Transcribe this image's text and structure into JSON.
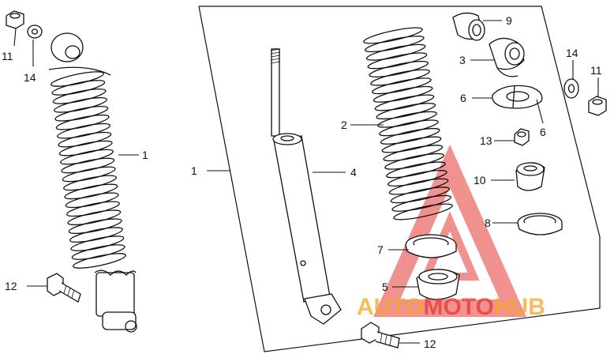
{
  "callouts": {
    "c1_left": "1",
    "c11_left": "11",
    "c14_left": "14",
    "c12_left": "12",
    "c1_frame": "1",
    "c4": "4",
    "c2": "2",
    "c7": "7",
    "c5": "5",
    "c12_bottom": "12",
    "c9": "9",
    "c3": "3",
    "c6_a": "6",
    "c6_b": "6",
    "c13": "13",
    "c10": "10",
    "c8": "8",
    "c14_right": "14",
    "c11_right": "11"
  },
  "watermark": {
    "part1": "AUTO",
    "part2": "MOTO",
    "part3": "HUB",
    "color_orange": "#f5a623",
    "color_red": "#e53935"
  }
}
